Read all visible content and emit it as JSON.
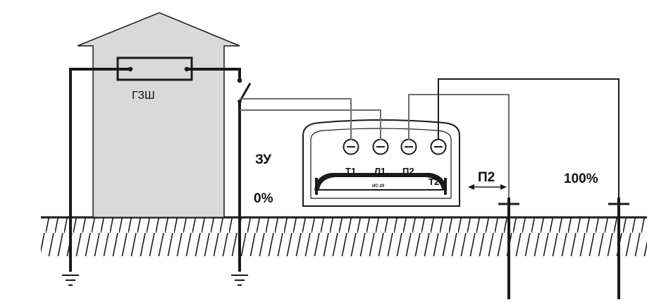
{
  "labels": {
    "bus": "ГЗШ",
    "earthing_device": "ЗУ",
    "zero_percent": "0%",
    "hundred_percent": "100%",
    "probe_distance": "П2",
    "terminal_t1": "Т1",
    "terminal_l1": "Л1",
    "terminal_p2": "П2",
    "terminal_t2": "Т2",
    "meter_model": "ИС-20"
  },
  "colors": {
    "building_fill": "#d9d9d9",
    "stroke": "#1a1a1a",
    "wire_gray": "#6e6e6e",
    "background": "#ffffff"
  },
  "icons": [
    "ground-symbol-icon",
    "terminal-screw-icon",
    "switch-icon",
    "double-arrow-icon"
  ]
}
